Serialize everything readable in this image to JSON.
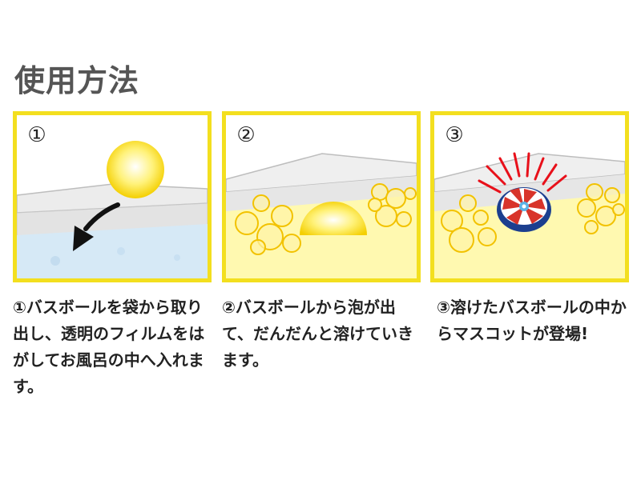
{
  "title": "使用方法",
  "colors": {
    "panel_border": "#f3df1f",
    "water": "#fff9b0",
    "ball": "#f7d400",
    "bubble_outline": "#f2c200",
    "burst_lines": "#e8101a",
    "mascot_ring": "#1c3f8f"
  },
  "steps": [
    {
      "number": "①",
      "text": "①バスボールを袋から取り出し、透明のフィルムをはがしてお風呂の中へ入れます。"
    },
    {
      "number": "②",
      "text": "②バスボールから泡が出て、だんだんと溶けていきます。"
    },
    {
      "number": "③",
      "text": "③溶けたバスボールの中からマスコットが登場!"
    }
  ],
  "icons": [
    "bath-ball-icon",
    "down-left-arrow-icon",
    "bubbles-icon",
    "mascot-figure-icon"
  ]
}
